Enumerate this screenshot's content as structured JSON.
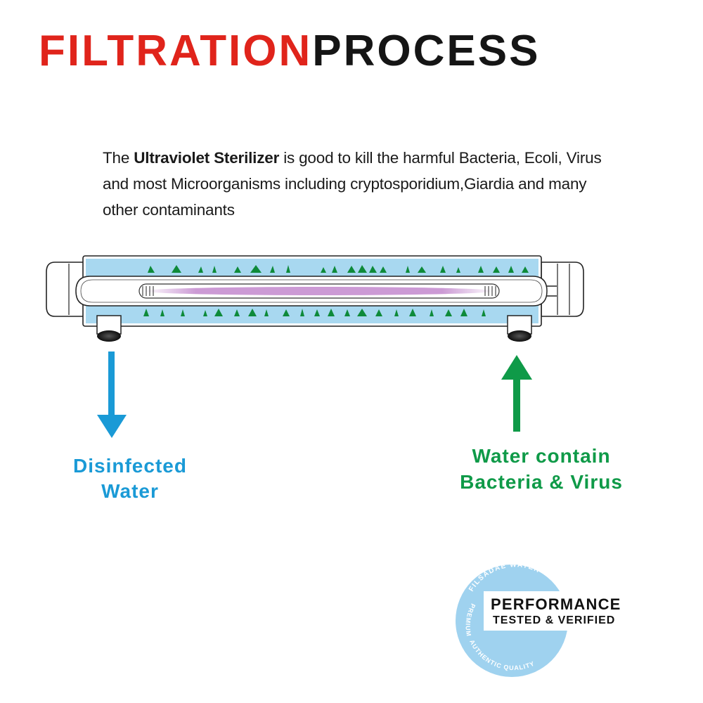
{
  "title": {
    "part1": "FILTRATION",
    "part2": "PROCESS"
  },
  "description": {
    "line1_prefix": "The ",
    "line1_bold": "Ultraviolet Sterilizer",
    "line1_suffix": " is good to kill the harmful Bacteria, Ecoli, Virus",
    "line2": "and most Microorganisms including cryptosporidium,Giardia and many",
    "line3": "other contaminants"
  },
  "outlet_label": {
    "line1": "Disinfected",
    "line2": "Water"
  },
  "inlet_label": {
    "line1": "Water contain",
    "line2": "Bacteria & Virus"
  },
  "badge": {
    "arc_top": "FILSADAE WATER",
    "arc_left": "PREMIUM",
    "arc_bottom": "AUTHENTIC  QUALITY",
    "line1": "PERFORMANCE",
    "line2": "TESTED & VERIFIED"
  },
  "colors": {
    "title_red": "#e0241b",
    "blue": "#1a9ad6",
    "green": "#0f9a48",
    "water": "#a8d8f0",
    "particle": "#0e8a3a",
    "uv": "#c68fd0",
    "badge": "#9fd2ef"
  },
  "icons": {
    "outlet_arrow": "arrow-down-icon",
    "inlet_arrow": "arrow-up-icon"
  }
}
